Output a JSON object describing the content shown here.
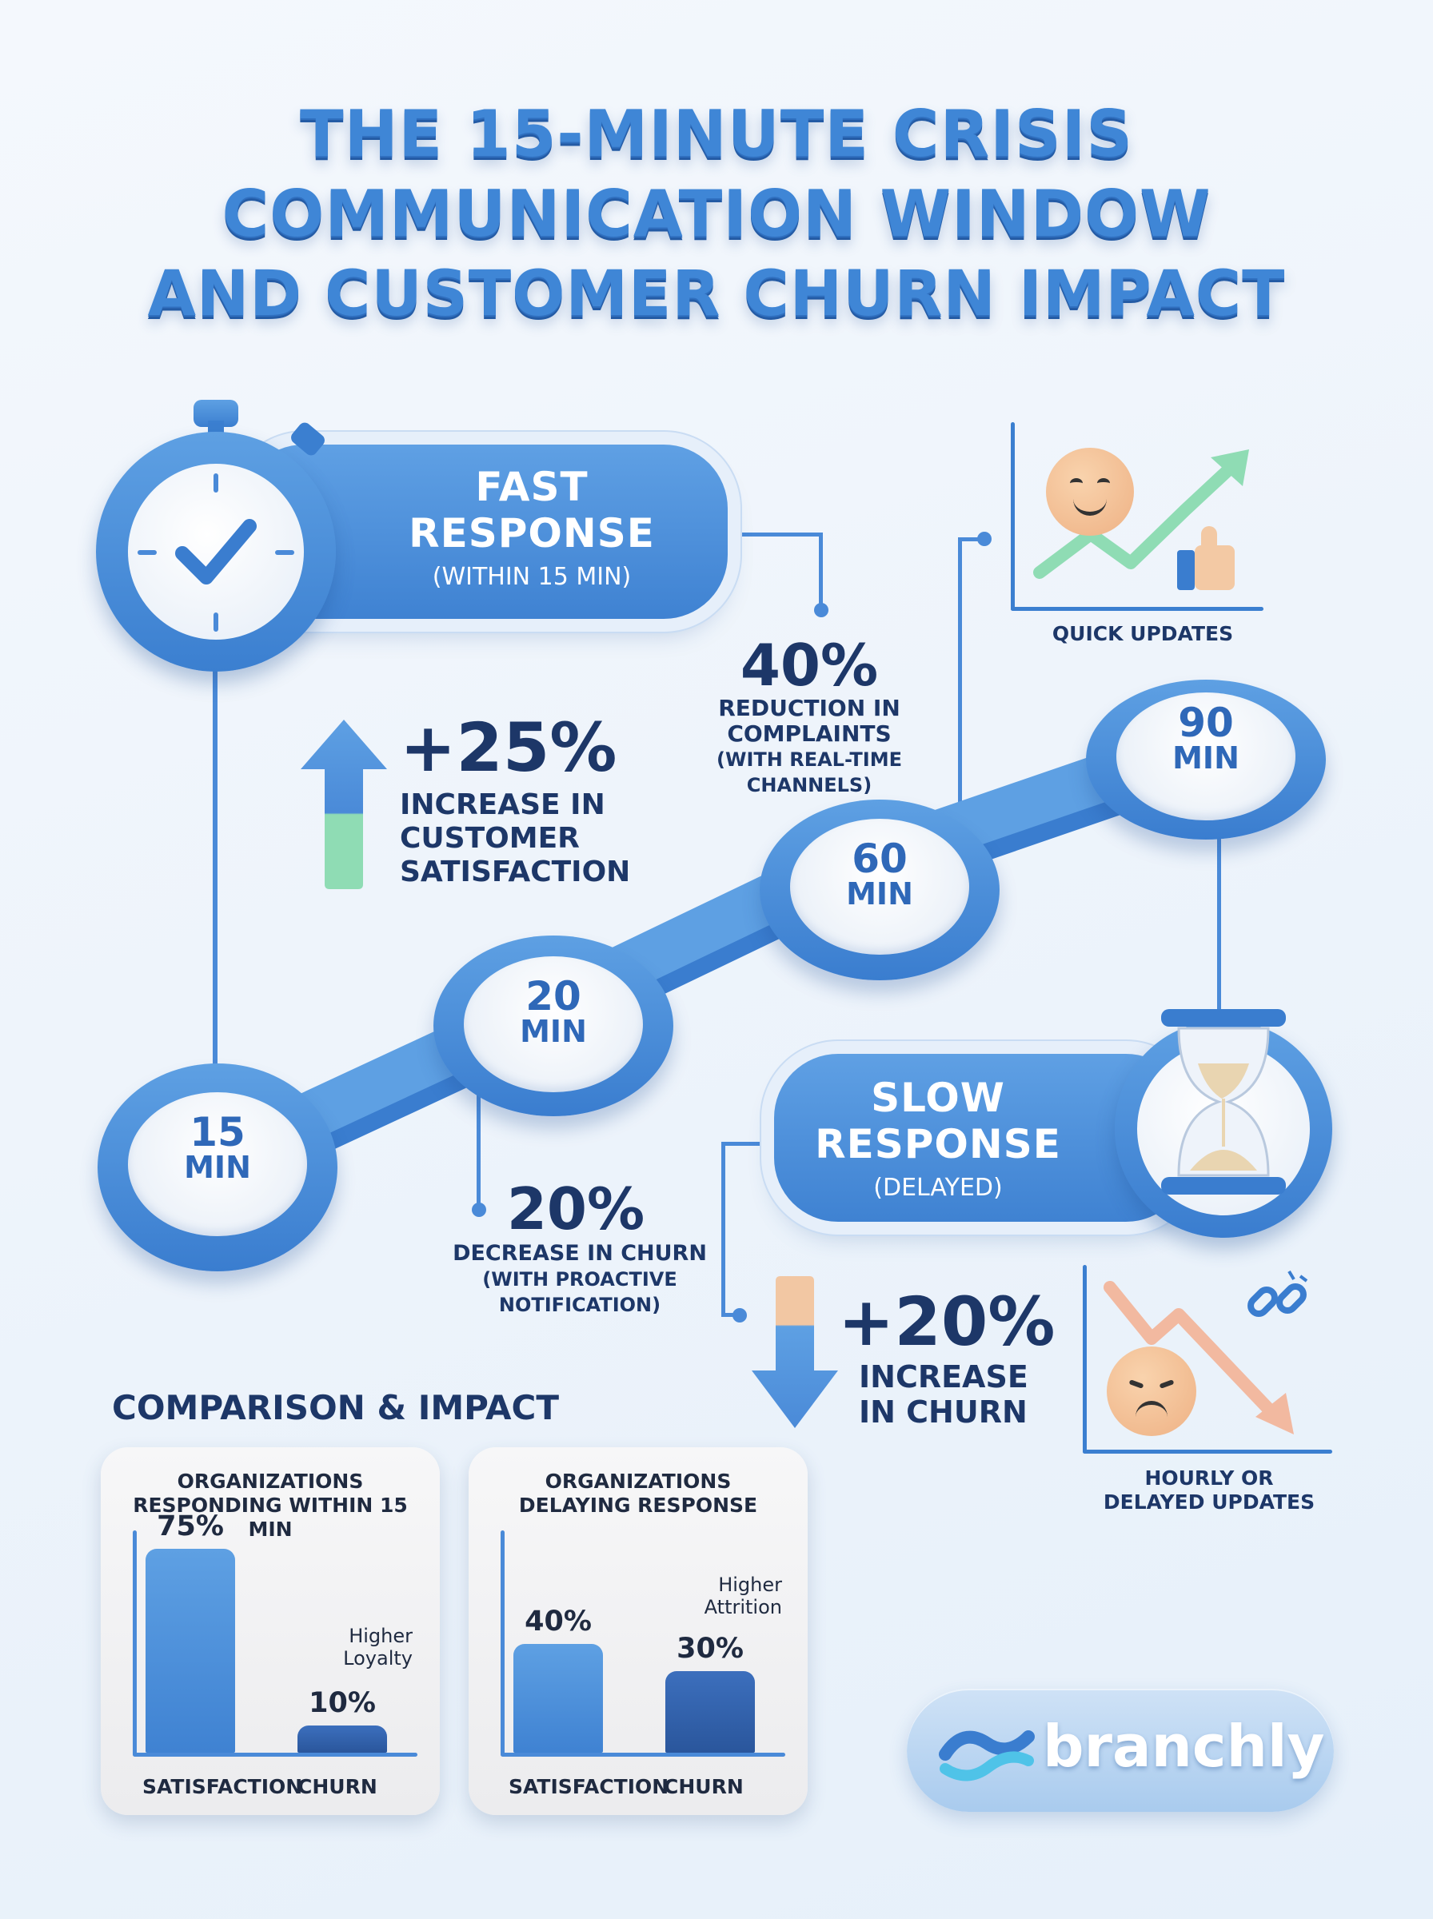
{
  "title": {
    "line1": "THE 15-MINUTE CRISIS",
    "line2": "COMMUNICATION WINDOW",
    "line3": "AND CUSTOMER CHURN IMPACT"
  },
  "fast": {
    "title1": "FAST",
    "title2": "RESPONSE",
    "subtitle": "(WITHIN 15 MIN)"
  },
  "slow": {
    "title1": "SLOW",
    "title2": "RESPONSE",
    "subtitle": "(DELAYED)"
  },
  "timeline": [
    {
      "num": "15",
      "unit": "MIN"
    },
    {
      "num": "20",
      "unit": "MIN"
    },
    {
      "num": "60",
      "unit": "MIN"
    },
    {
      "num": "90",
      "unit": "MIN"
    }
  ],
  "stats": {
    "satisfaction": {
      "value": "+25%",
      "line1": "INCREASE IN",
      "line2": "CUSTOMER",
      "line3": "SATISFACTION"
    },
    "complaints": {
      "value": "40%",
      "line1": "REDUCTION IN",
      "line2": "COMPLAINTS",
      "line3": "(WITH REAL-TIME",
      "line4": "CHANNELS)"
    },
    "churn_decrease": {
      "value": "20%",
      "line1": "DECREASE IN CHURN",
      "line2": "(WITH PROACTIVE",
      "line3": "NOTIFICATION)"
    },
    "churn_increase": {
      "value": "+20%",
      "line1": "INCREASE",
      "line2": "IN CHURN"
    }
  },
  "icons": {
    "quick_updates": "QUICK UPDATES",
    "delayed_line1": "HOURLY OR",
    "delayed_line2": "DELAYED UPDATES"
  },
  "comparison": {
    "heading": "COMPARISON & IMPACT"
  },
  "colors": {
    "accent": "#3f82d2",
    "dark_bar": "#2f5fa8",
    "green": "#8fdcb4",
    "peach": "#f2c7a3",
    "navy_text": "#1d3768"
  },
  "chart_data": [
    {
      "type": "bar",
      "title": "ORGANIZATIONS RESPONDING WITHIN 15 MIN",
      "categories": [
        "SATISFACTION",
        "CHURN"
      ],
      "values": [
        75,
        10
      ],
      "value_labels": [
        "75%",
        "10%"
      ],
      "annotation": "Higher Loyalty"
    },
    {
      "type": "bar",
      "title": "ORGANIZATIONS DELAYING RESPONSE",
      "categories": [
        "SATISFACTION",
        "CHURN"
      ],
      "values": [
        40,
        30
      ],
      "value_labels": [
        "40%",
        "30%"
      ],
      "annotation": "Higher Attrition"
    }
  ],
  "brand": {
    "name": "branchly"
  }
}
